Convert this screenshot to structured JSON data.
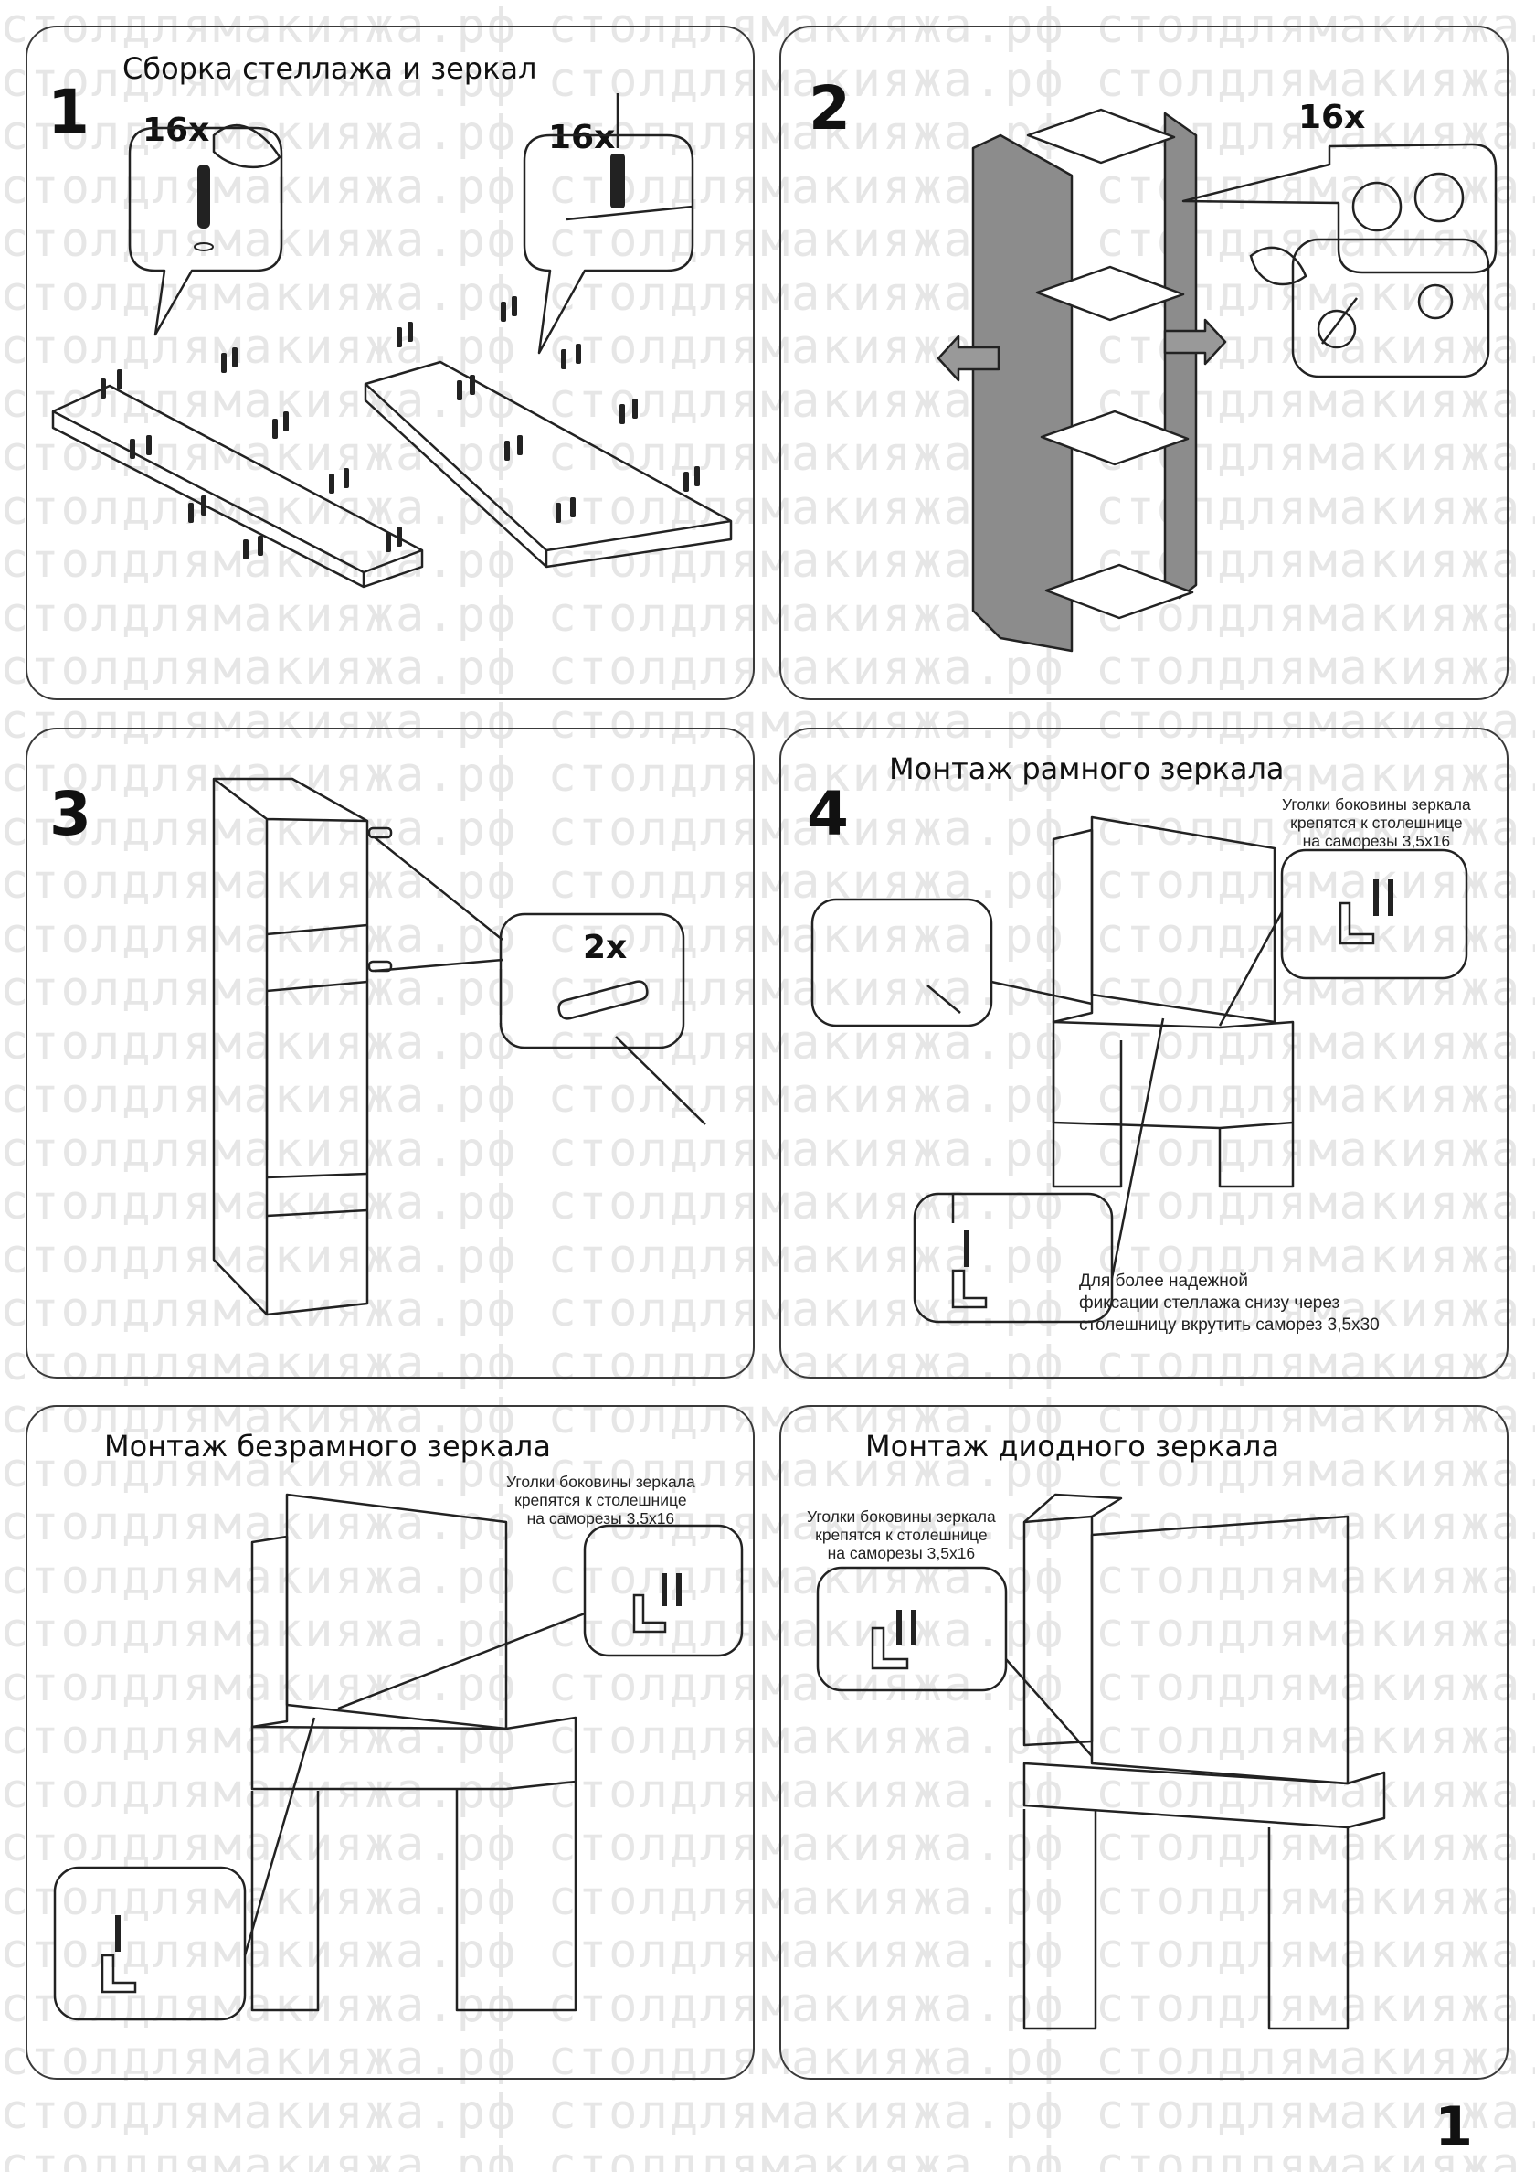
{
  "watermark": {
    "text": "столдлямакияжа.рф",
    "color": "#e6e6e6"
  },
  "page_number": "1",
  "panels": [
    {
      "step": "1",
      "title": "Сборка стеллажа и зеркал",
      "callouts": [
        "16x",
        "16x"
      ],
      "icons": [
        "dowel-icon",
        "hand-icon",
        "screwdriver-icon",
        "screw-plug-icon"
      ]
    },
    {
      "step": "2",
      "callouts": [
        "16x"
      ],
      "icons": [
        "hand-icon",
        "cam-lock-icon",
        "screwdriver-icon"
      ]
    },
    {
      "step": "3",
      "callouts": [
        "2x"
      ],
      "icons": [
        "bracket-icon",
        "screwdriver-icon"
      ]
    },
    {
      "step": "4",
      "title": "Монтаж рамного зеркала",
      "note_top": "Уголки боковины зеркала\nкрепятся к столешнице\nна саморезы 3,5x16",
      "note_bottom": "Для более надежной\nфиксации стеллажа снизу через\nстолешницу вкрутить саморез 3,5x30",
      "icons": [
        "corner-bracket-icon",
        "screw-icon",
        "screwdriver-icon"
      ]
    },
    {
      "title": "Монтаж безрамного зеркала",
      "note_top": "Уголки боковины зеркала\nкрепятся к столешнице\nна саморезы 3,5x16",
      "icons": [
        "corner-bracket-icon",
        "screw-icon"
      ]
    },
    {
      "title": "Монтаж диодного зеркала",
      "note_top": "Уголки боковины зеркала\nкрепятся к столешнице\nна саморезы 3,5x16",
      "icons": [
        "corner-bracket-icon",
        "screw-icon"
      ]
    }
  ]
}
